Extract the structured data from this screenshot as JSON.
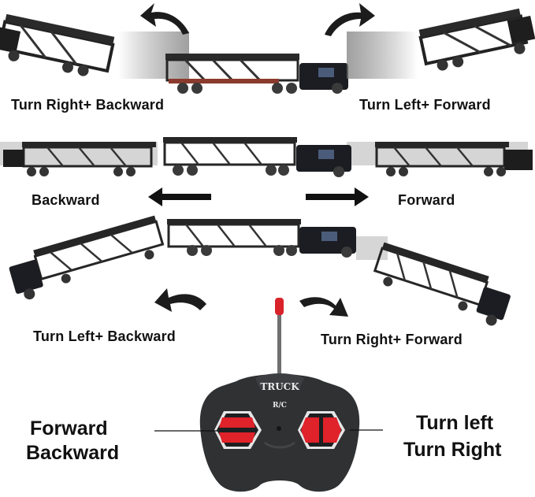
{
  "labels": {
    "turn_right_backward": "Turn Right+ Backward",
    "turn_left_forward": "Turn Left+ Forward",
    "backward": "Backward",
    "forward": "Forward",
    "turn_left_backward": "Turn Left+ Backward",
    "turn_right_forward": "Turn Right+ Forward",
    "left_stick_line1": "Forward",
    "left_stick_line2": "Backward",
    "right_stick_line1": "Turn left",
    "right_stick_line2": "Turn Right"
  },
  "remote": {
    "brand_text": "TRUCK",
    "model_text": "R/C",
    "body_color": "#2f3133",
    "button_color": "#e0222a",
    "antenna_tip_color": "#d8232a"
  },
  "icons": [
    "curved-arrow-icon",
    "straight-arrow-icon",
    "truck-image",
    "remote-control-image"
  ]
}
